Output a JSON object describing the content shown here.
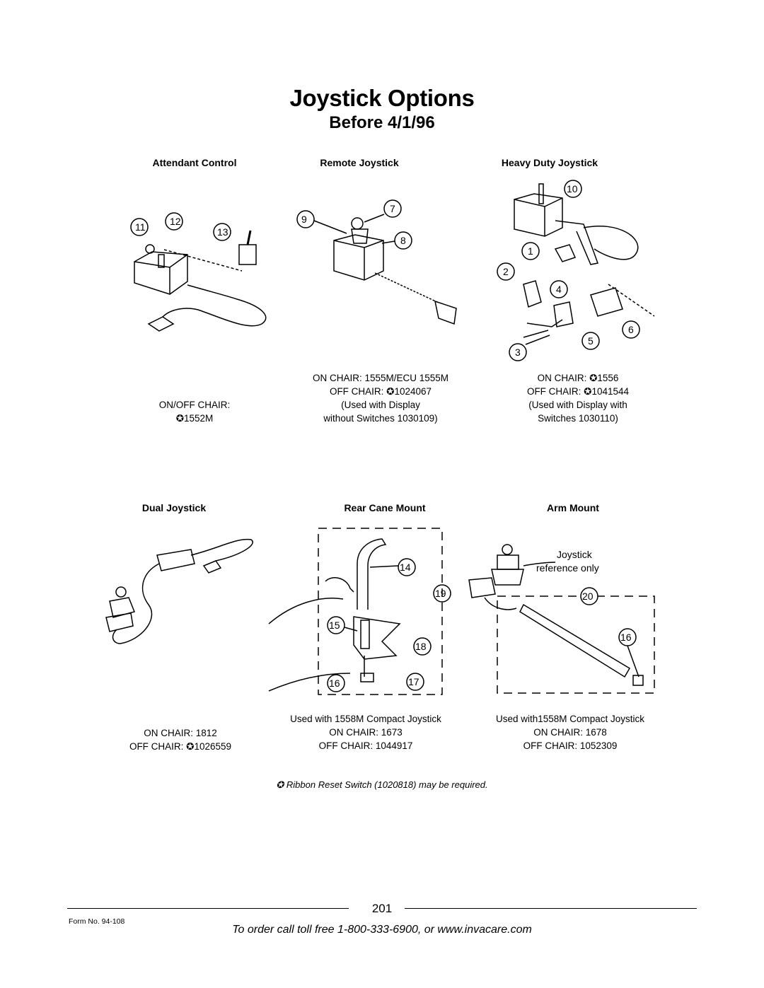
{
  "header": {
    "title": "Joystick Options",
    "subtitle": "Before 4/1/96"
  },
  "panels": [
    {
      "title": "Attendant Control",
      "caption": [
        "ON/OFF CHAIR:",
        "✪1552M"
      ],
      "callouts": [
        "11",
        "12",
        "13"
      ]
    },
    {
      "title": "Remote Joystick",
      "caption": [
        "ON CHAIR: 1555M/ECU 1555M",
        "OFF CHAIR: ✪1024067",
        "(Used with Display",
        "without Switches 1030109)"
      ],
      "callouts": [
        "9",
        "7",
        "8"
      ]
    },
    {
      "title": "Heavy Duty Joystick",
      "caption": [
        "ON CHAIR: ✪1556",
        "OFF CHAIR: ✪1041544",
        "(Used with Display with",
        "Switches 1030110)"
      ],
      "callouts": [
        "10",
        "1",
        "2",
        "4",
        "6",
        "5",
        "3"
      ]
    },
    {
      "title": "Dual Joystick",
      "caption": [
        "ON CHAIR: 1812",
        "OFF CHAIR: ✪1026559"
      ],
      "callouts": []
    },
    {
      "title": "Rear Cane Mount",
      "caption": [
        "Used with 1558M Compact Joystick",
        "ON CHAIR: 1673",
        "OFF CHAIR: 1044917"
      ],
      "callouts": [
        "14",
        "19",
        "15",
        "18",
        "16",
        "17"
      ]
    },
    {
      "title": "Arm Mount",
      "caption": [
        "Used with1558M Compact  Joystick",
        "ON CHAIR: 1678",
        "OFF CHAIR: 1052309"
      ],
      "callouts": [
        "20",
        "16"
      ],
      "annotation": [
        "Joystick",
        "reference only"
      ]
    }
  ],
  "footnote": "✪ Ribbon Reset Switch (1020818) may be required.",
  "footer": {
    "page_number": "201",
    "form_number": "Form No.  94-108",
    "order_text": "To order call toll free 1-800-333-6900, or www.invacare.com"
  }
}
